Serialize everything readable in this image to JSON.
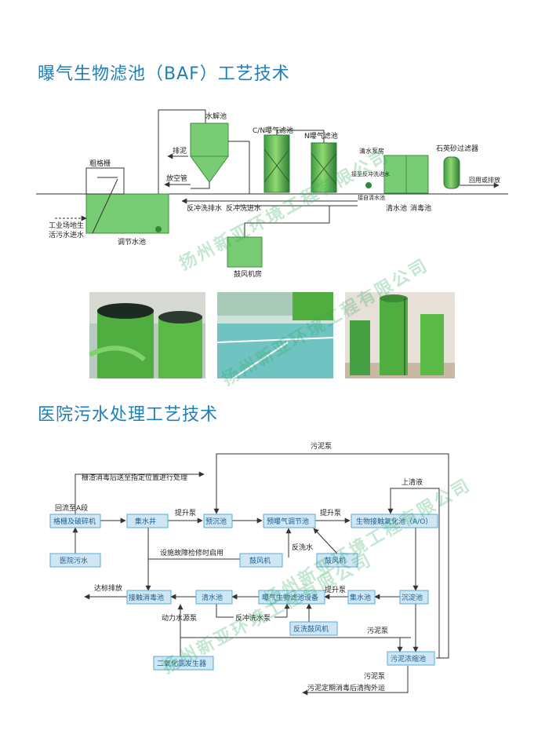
{
  "titles": {
    "baf": "曝气生物滤池（BAF）工艺技术",
    "hospital": "医院污水处理工艺技术"
  },
  "baf_diagram": {
    "hydrolysis_tank": "水解池",
    "cn_filter": "C/N曝气滤池",
    "n_filter": "N曝气滤池",
    "quartz_filter": "石英砂过滤器",
    "coarse_screen": "粗格栅",
    "sludge_out": "排泥",
    "vent_pipe": "放空管",
    "clear_pump_room": "清水泵房",
    "backwash_label_1": "接至反冲洗进水",
    "backwash_label_2": "接自清水池",
    "inflow_line1": "工业场地生",
    "inflow_line2": "活污水进水",
    "regulating_tank": "调节水池",
    "backwash_drain": "反冲洗排水",
    "backwash_inlet": "反冲洗进水",
    "clear_tank": "清水池",
    "disinfection_tank": "消毒池",
    "reuse_discharge": "回用或排放",
    "blower_room": "鼓风机房"
  },
  "hospital_diagram": {
    "sludge_pump_top": "污泥泵",
    "screen_residue": "栅渣消毒后送至指定位置进行处理",
    "return_a": "回流至A段",
    "lift_pump_1": "提升泵",
    "lift_pump_2": "提升泵",
    "supernatant": "上清液",
    "screen_crusher": "格栅及破碎机",
    "collection_well": "集水井",
    "pre_settling": "预沉池",
    "pre_aeration": "预曝气调节池",
    "bio_contact": "生物接触氧化池（A/O）",
    "hospital_sewage": "医院污水",
    "fault_note": "设施故障检修时启用",
    "blower_1": "鼓风机",
    "blower_2": "鼓风机",
    "backwash_water_v": "反洗水",
    "discharge": "达标排放",
    "lift_pump_3": "提升泵",
    "contact_disinfection": "接触消毒池",
    "clear_tank": "清水池",
    "baf_equipment": "曝气生物滤池设备",
    "sump": "集水池",
    "settling_tank": "沉淀池",
    "power_water": "动力水源泵",
    "backwash_pump": "反冲洗水泵",
    "backwash_blower": "反洗鼓风机",
    "sludge_pump_mid": "污泥泵",
    "clo2_generator": "二氧化氯发生器",
    "sludge_thickener": "污泥浓缩池",
    "sludge_pump_bottom": "污泥泵",
    "sludge_outbound": "污泥定期消毒后清掏外运"
  },
  "watermarks": {
    "w1": "扬州新亚环境工程有限公司",
    "w2": "扬州新亚环境工程有限公司",
    "w3": "扬州新亚环境工程有限公司",
    "w4": "扬州新亚环境工程有限公司"
  },
  "colors": {
    "title": "#1e7fb8",
    "box_fill": "#cfe6f5",
    "box_stroke": "#5aa9d8",
    "box_text": "#1b5f8e",
    "tank_green": "#6cc46a",
    "tank_stroke": "#3f8e3e"
  }
}
